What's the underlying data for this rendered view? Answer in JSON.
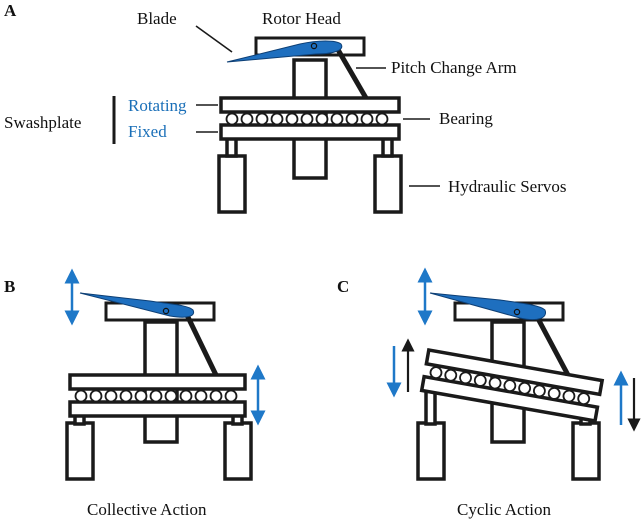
{
  "panels": {
    "a": "A",
    "b": "B",
    "c": "C"
  },
  "labels": {
    "blade": "Blade",
    "rotor_head": "Rotor Head",
    "pitch_change_arm": "Pitch Change Arm",
    "swashplate": "Swashplate",
    "rotating": "Rotating",
    "fixed": "Fixed",
    "bearing": "Bearing",
    "hydraulic_servos": "Hydraulic Servos"
  },
  "captions": {
    "collective": "Collective Action",
    "cyclic": "Cyclic Action"
  },
  "colors": {
    "blade": "#1e6fbf",
    "arrow_blue": "#1e78c8",
    "label_blue": "#1a6fb8",
    "stroke": "#1a1a1a"
  },
  "icons": {
    "up_down_arrow": "double-headed-arrow",
    "up_arrow": "up-arrow",
    "down_arrow": "down-arrow"
  }
}
